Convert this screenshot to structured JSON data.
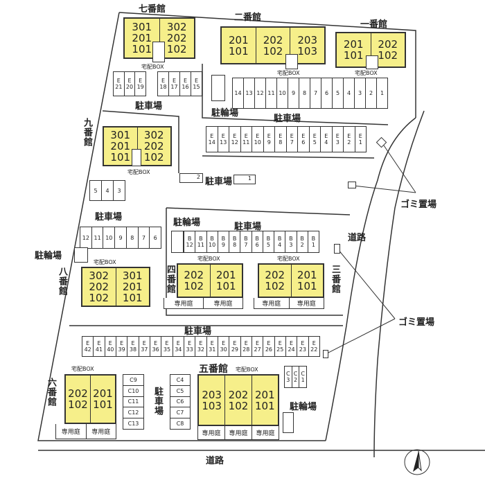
{
  "labels": {
    "parking": "駐車場",
    "bike": "駐輪場",
    "road": "道路",
    "garbage": "ゴミ置場",
    "delivery_box": "宅配BOX",
    "private_garden": "専用庭"
  },
  "buildings": {
    "b7": {
      "name": "七番館",
      "units": [
        "301\n201\n101",
        "302\n202\n102"
      ]
    },
    "b2": {
      "name": "二番館",
      "units": [
        "201\n101",
        "202\n102",
        "203\n103"
      ]
    },
    "b1": {
      "name": "一番館",
      "units": [
        "201\n101",
        "202\n102"
      ]
    },
    "b9": {
      "name": "九番館",
      "units": [
        "301\n201\n101",
        "302\n202\n102"
      ]
    },
    "b8": {
      "name": "八番館",
      "units": [
        "302\n202\n102",
        "301\n201\n101"
      ]
    },
    "b4": {
      "name": "四番館",
      "units": [
        "202\n102",
        "201\n101"
      ]
    },
    "b3": {
      "name": "三番館",
      "units": [
        "202\n102",
        "201\n101"
      ]
    },
    "b6": {
      "name": "六番館",
      "units": [
        "202\n102",
        "201\n101"
      ]
    },
    "b5": {
      "name": "五番館",
      "units": [
        "203\n103",
        "202\n102",
        "201\n101"
      ]
    }
  },
  "parking": {
    "e21_19": [
      "E\n21",
      "E\n20",
      "E\n19"
    ],
    "e18_15": [
      "E\n18",
      "E\n17",
      "E\n16",
      "E\n15"
    ],
    "n14_1": [
      "14",
      "13",
      "12",
      "11",
      "10",
      "9",
      "8",
      "7",
      "6",
      "5",
      "4",
      "3",
      "2",
      "1"
    ],
    "e14_1": [
      "E\n14",
      "E\n13",
      "E\n12",
      "E\n11",
      "E\n10",
      "E\n9",
      "E\n8",
      "E\n7",
      "E\n6",
      "E\n5",
      "E\n4",
      "E\n3",
      "E\n2",
      "E\n1"
    ],
    "slot2": "2",
    "slot1": "1",
    "n5_3": [
      "5",
      "4",
      "3"
    ],
    "n12_6": [
      "12",
      "11",
      "10",
      "9",
      "8",
      "7",
      "6"
    ],
    "b12_1": [
      "B\n12",
      "B\n11",
      "B\n10",
      "B\n9",
      "B\n8",
      "B\n7",
      "B\n6",
      "B\n5",
      "B\n4",
      "B\n3",
      "B\n2",
      "B\n1"
    ],
    "e42_22": [
      "E\n42",
      "E\n41",
      "E\n40",
      "E\n39",
      "E\n38",
      "E\n37",
      "E\n36",
      "E\n35",
      "E\n34",
      "E\n33",
      "E\n32",
      "E\n31",
      "E\n30",
      "E\n29",
      "E\n28",
      "E\n27",
      "E\n26",
      "E\n25",
      "E\n24",
      "E\n23",
      "E\n22"
    ],
    "c9_13": [
      "C9",
      "C10",
      "C11",
      "C12",
      "C13"
    ],
    "c4_8": [
      "C4",
      "C5",
      "C6",
      "C7",
      "C8"
    ],
    "c3_1": [
      "C\n3",
      "C\n2",
      "C\n1"
    ]
  }
}
